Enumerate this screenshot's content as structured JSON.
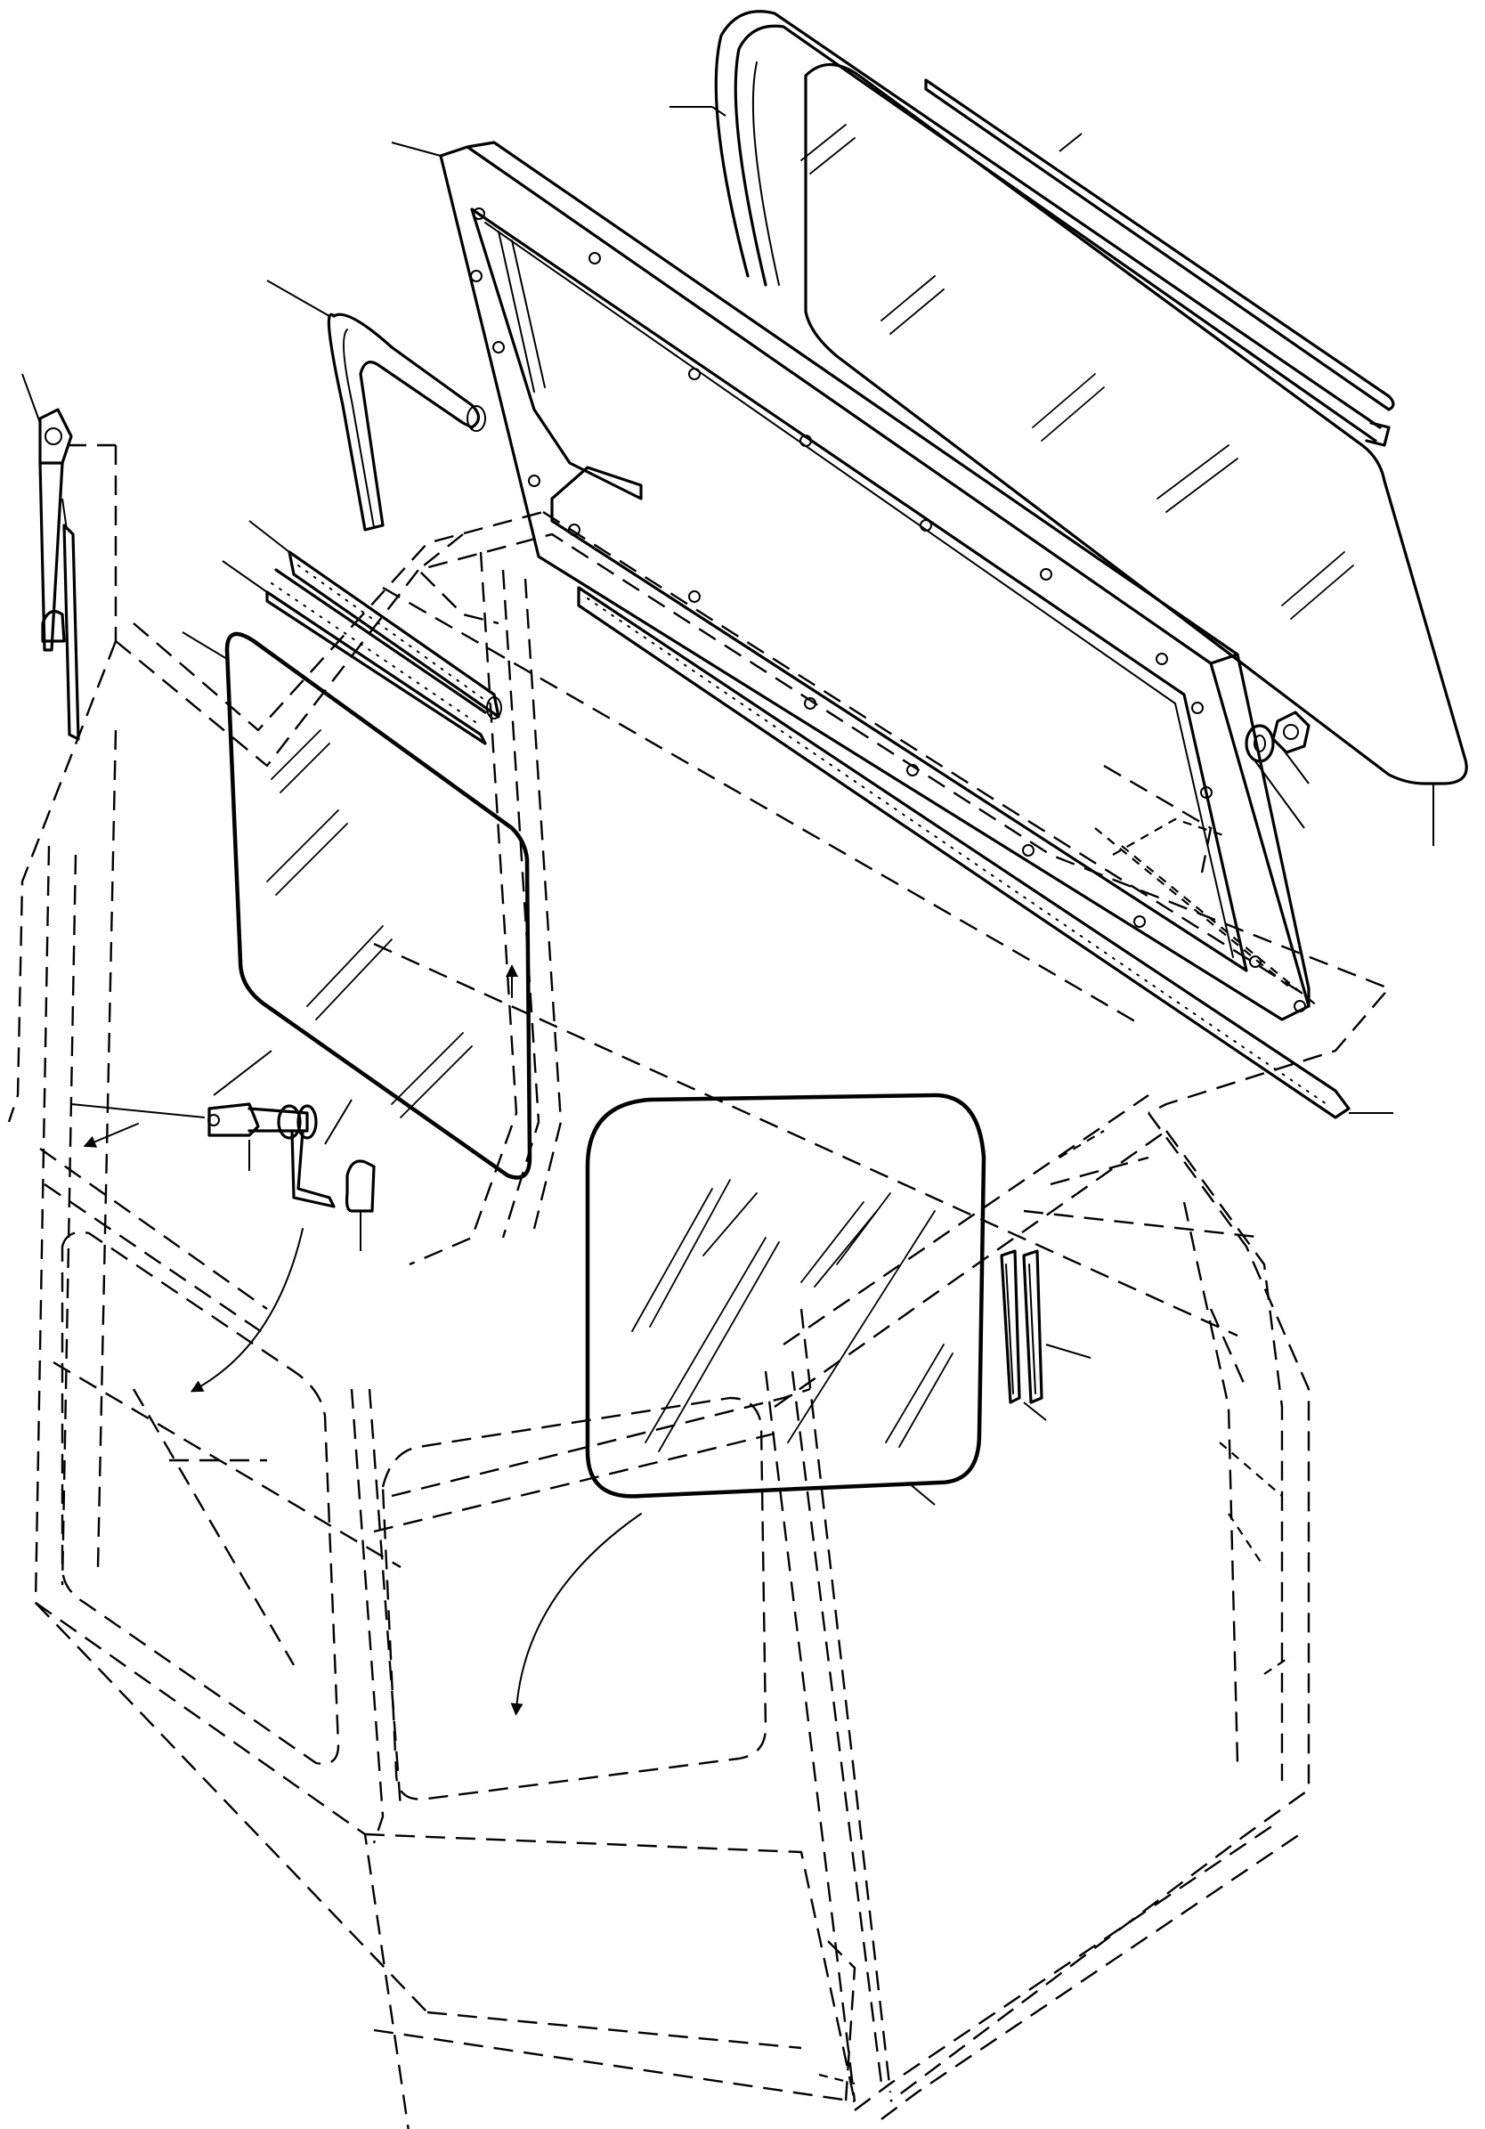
{
  "diagram": {
    "type": "exploded-parts-drawing",
    "parts": [
      {
        "id": "rear-glass-panel"
      },
      {
        "id": "rear-glass-seal"
      },
      {
        "id": "rear-glass-strip"
      },
      {
        "id": "rear-window-frame"
      },
      {
        "id": "frame-lower-rail"
      },
      {
        "id": "frame-nut"
      },
      {
        "id": "frame-washer"
      },
      {
        "id": "side-seal-upper"
      },
      {
        "id": "side-slide-rails"
      },
      {
        "id": "sliding-side-glass"
      },
      {
        "id": "latch-handle"
      },
      {
        "id": "latch-bracket"
      },
      {
        "id": "window-crank-handle"
      },
      {
        "id": "crank-knob-cap"
      },
      {
        "id": "front-corner-glass"
      },
      {
        "id": "corner-glass-channels"
      },
      {
        "id": "cab-outline"
      }
    ],
    "colors": {
      "line": "#000000",
      "background": "#ffffff"
    }
  }
}
